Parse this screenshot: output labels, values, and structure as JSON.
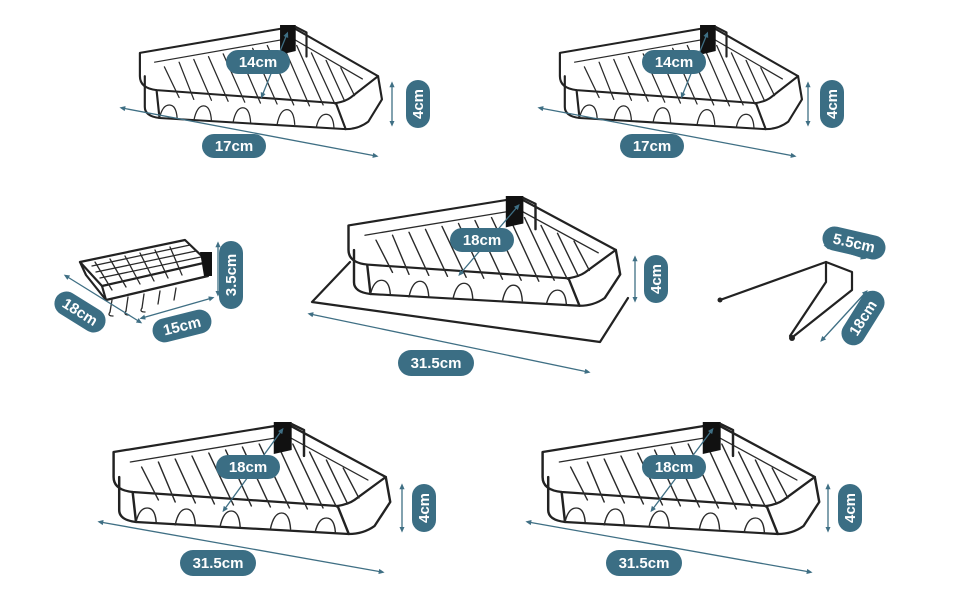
{
  "colors": {
    "label_bg": "#3b6e84",
    "label_text": "#ffffff",
    "wire": "#222222",
    "dim_line": "#3f6f84"
  },
  "products": [
    {
      "id": "corner-shelf-small-left",
      "depth": "14cm",
      "width": "17cm",
      "height": "4cm"
    },
    {
      "id": "corner-shelf-small-right",
      "depth": "14cm",
      "width": "17cm",
      "height": "4cm"
    },
    {
      "id": "soap-basket",
      "length": "18cm",
      "width": "15cm",
      "height": "3.5cm"
    },
    {
      "id": "corner-shelf-with-towel-bar",
      "depth": "18cm",
      "width": "31.5cm",
      "height": "4cm"
    },
    {
      "id": "door-hook",
      "gap": "5.5cm",
      "length": "18cm"
    },
    {
      "id": "corner-shelf-large-left",
      "depth": "18cm",
      "width": "31.5cm",
      "height": "4cm"
    },
    {
      "id": "corner-shelf-large-right",
      "depth": "18cm",
      "width": "31.5cm",
      "height": "4cm"
    }
  ]
}
